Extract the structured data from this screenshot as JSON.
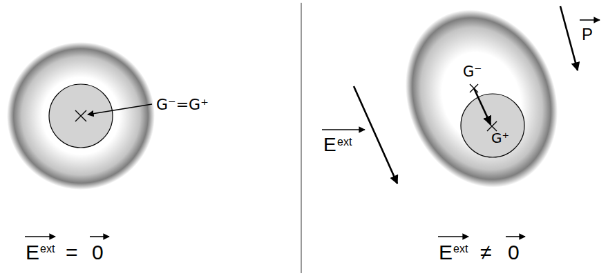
{
  "diagram": {
    "labels": [
      "G⁻=G⁺",
      "E",
      "ext",
      "=",
      "0",
      "P",
      "E",
      "ext",
      "G⁻",
      "G⁺",
      "E",
      "ext",
      "≠",
      "0"
    ]
  }
}
